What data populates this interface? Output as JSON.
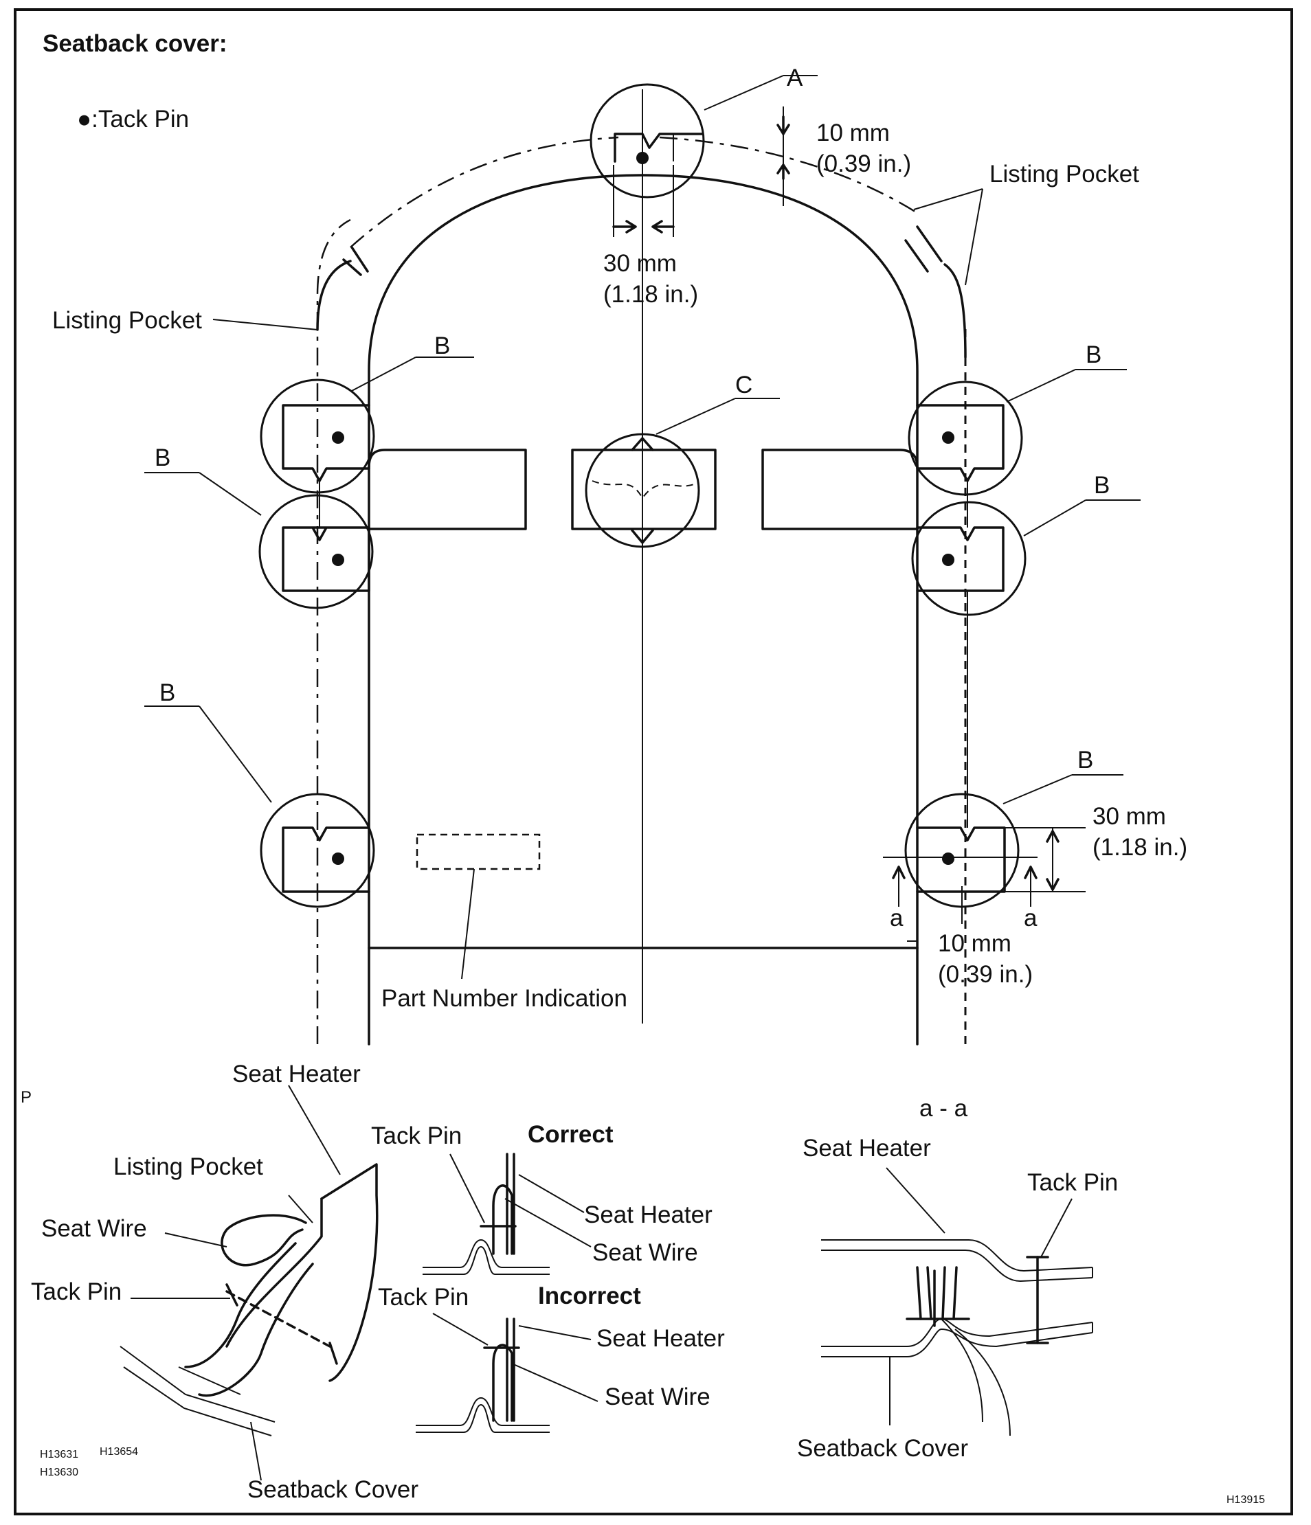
{
  "title": "Seatback cover:",
  "legend": {
    "tack_pin": "●:Tack Pin"
  },
  "labels": {
    "A": "A",
    "B": "B",
    "C": "C",
    "a": "a",
    "listing_pocket": "Listing Pocket",
    "part_number_indication": "Part Number Indication",
    "dim_10mm": "10 mm",
    "dim_10mm_in": "(0.39 in.)",
    "dim_30mm": "30 mm",
    "dim_30mm_in": "(1.18 in.)"
  },
  "details": {
    "p_marker": "P",
    "seat_heater": "Seat Heater",
    "listing_pocket": "Listing Pocket",
    "seat_wire": "Seat Wire",
    "tack_pin": "Tack Pin",
    "seatback_cover": "Seatback Cover",
    "correct": "Correct",
    "incorrect": "Incorrect",
    "section": "a - a"
  },
  "codes": {
    "left_1": "H13631",
    "left_2": "H13654",
    "left_3": "H13630",
    "right": "H13915"
  }
}
